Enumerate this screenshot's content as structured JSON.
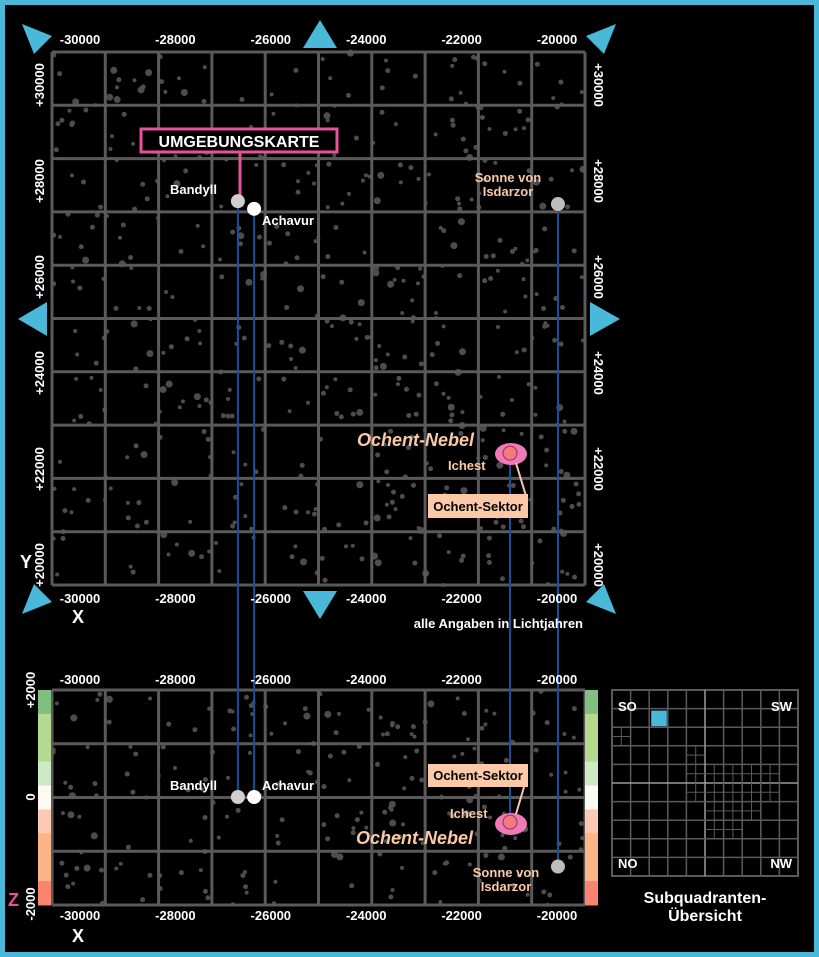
{
  "colors": {
    "frame": "#4ab8d8",
    "grid": "#5a5a5a",
    "star": "#555555",
    "route": "#1a4fa0",
    "pink": "#e8529a",
    "peach": "#fbc9a8"
  },
  "top_map": {
    "x_ticks": [
      "-30000",
      "-28000",
      "-26000",
      "-24000",
      "-22000",
      "-20000"
    ],
    "y_ticks": [
      "+30000",
      "+28000",
      "+26000",
      "+24000",
      "+22000",
      "+20000"
    ],
    "x_axis_label": "X",
    "y_axis_label": "Y",
    "title_label": "UMGEBUNGSKARTE",
    "units_note": "alle Angaben in Lichtjahren",
    "nebula_label": "Ochent-Nebel",
    "sector_label": "Ochent-Sektor"
  },
  "bottom_map": {
    "x_ticks": [
      "-30000",
      "-28000",
      "-26000",
      "-24000",
      "-22000",
      "-20000"
    ],
    "z_ticks": [
      "+2000",
      "0",
      "-2000"
    ],
    "x_axis_label": "X",
    "z_axis_label": "Z",
    "nebula_label": "Ochent-Nebel",
    "sector_label": "Ochent-Sektor"
  },
  "objects": [
    {
      "name": "Bandyll",
      "x": -26690,
      "y": 27580,
      "z": 0,
      "color": "#cfcfcf",
      "label_color": "#ffffff"
    },
    {
      "name": "Achavur",
      "x": -26350,
      "y": 27420,
      "z": 0,
      "color": "#ffffff",
      "label_color": "#ffffff"
    },
    {
      "name_line1": "Sonne von",
      "name_line2": "Isdarzor",
      "x": -19980,
      "y": 27520,
      "z": -1300,
      "color": "#bdbdbd",
      "label_color": "#fbc9a8"
    },
    {
      "name": "Ichest",
      "x": -20985,
      "y": 22330,
      "z": -470,
      "color": "#f07a80",
      "label_color": "#fbc9a8"
    }
  ],
  "overview": {
    "title_line1": "Subquadranten-",
    "title_line2": "Übersicht",
    "corners": [
      "SO",
      "SW",
      "NO",
      "NW"
    ],
    "highlight_cell": [
      3,
      2
    ]
  }
}
